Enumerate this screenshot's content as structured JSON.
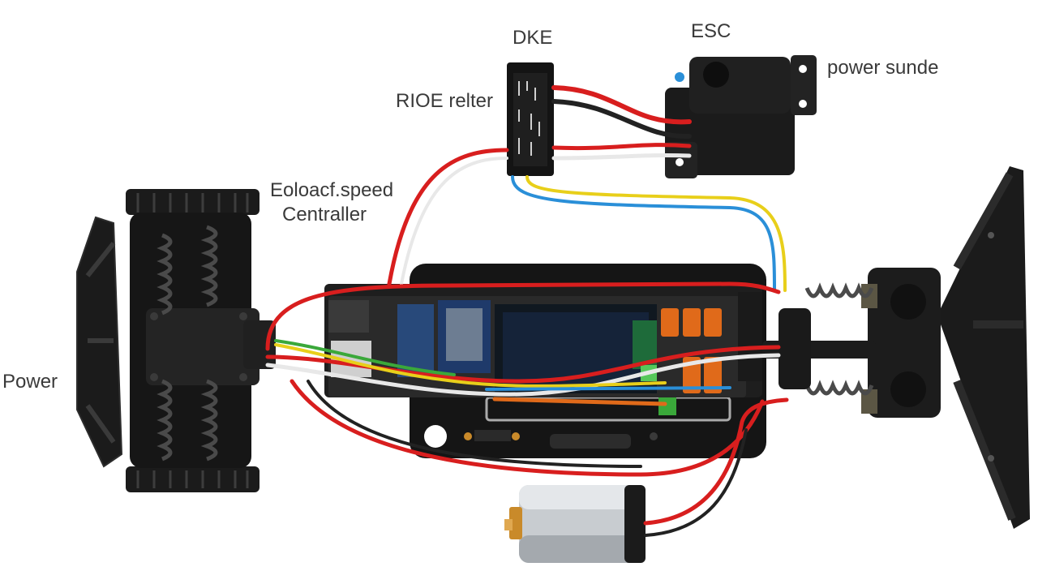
{
  "diagram": {
    "labels": {
      "dke": "DKE",
      "esc": "ESC",
      "power_sunde": "power sunde",
      "rioe_relter": "RIOE relter",
      "speed_controller_line1": "Eoloacf.speed",
      "speed_controller_line2": "Centraller",
      "power": "Power"
    },
    "colors": {
      "chassis": "#1b1b1b",
      "chassis_edge": "#2c2c2c",
      "wire_red": "#d81e1e",
      "wire_black": "#222222",
      "wire_white": "#e8e8e8",
      "wire_yellow": "#e8cf1a",
      "wire_blue": "#2a8fd8",
      "wire_green": "#3aa83a",
      "wire_orange": "#e06a1a",
      "board_blue": "#1f3a6a",
      "motor_silver": "#c8ccd0",
      "motor_brass": "#c98a2a",
      "label_text": "#3a3a3a"
    }
  }
}
